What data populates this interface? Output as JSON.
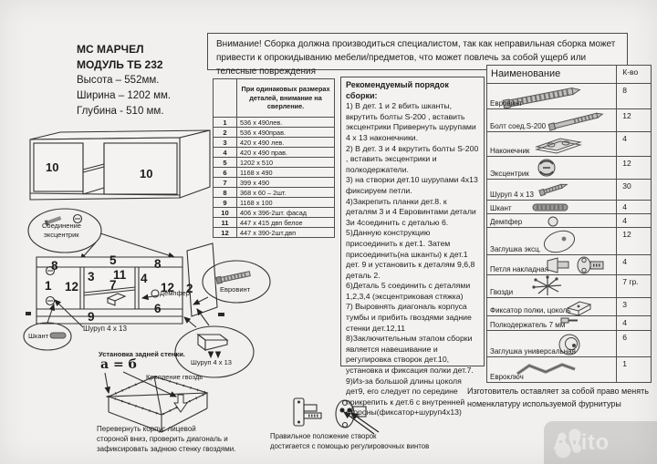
{
  "header": {
    "model_line1": "МС МАРЧЕЛ",
    "model_line2": "МОДУЛЬ  ТБ 232",
    "height": "Высота – 552мм.",
    "width": "Ширина – 1202 мм.",
    "depth": "Глубина -  510 мм.",
    "warning": "Внимание! Сборка должна производиться специалистом, так как неправильная сборка может привести к опрокидыванию мебели/предметов, что может повлечь  за собой ущерб или телесные повреждения"
  },
  "parts_table": {
    "header": "При одинаковых размерах деталей, внимание на сверление.",
    "rows": [
      {
        "num": "1",
        "size": "536 х 490лев."
      },
      {
        "num": "2",
        "size": "536 х 490прав."
      },
      {
        "num": "3",
        "size": "420 х 490 лев."
      },
      {
        "num": "4",
        "size": "420 х 490 прав."
      },
      {
        "num": "5",
        "size": "1202 х 510"
      },
      {
        "num": "6",
        "size": "1168 х 490"
      },
      {
        "num": "7",
        "size": "399 х 490"
      },
      {
        "num": "8",
        "size": "368 х 60 – 2шт."
      },
      {
        "num": "9",
        "size": "1168 х 100"
      },
      {
        "num": "10",
        "size": "406 х 396-2шт. фасад"
      },
      {
        "num": "11",
        "size": "447 х 415 двп белое"
      },
      {
        "num": "12",
        "size": "447 х 390-2шт.двп"
      }
    ]
  },
  "assembly": {
    "title": "Рекомендуемый порядок сборки:",
    "steps": [
      "1) В дет. 1 и 2   вбить шканты,    вкрутить болты S-200 , вставить эксцентрики Привернуть шурупами 4 х 13 наконечники.",
      "2) В дет. 3 и 4  вкрутить болты S-200 , вставить эксцентрики и полкодержатели.",
      "3) на створки дет.10 шурупами 4х13 фиксируем петли.",
      "4)Закрепить планки дет.8. к деталям 3 и 4 Евровинтами детали 3и 4соединить с деталью 6.",
      "5)Данную конструкцию присоединить к дет.1. Затем присоединить(на шканты) к дет.1 дет. 9 и установить к деталям 9,6,8 деталь 2.",
      "6)Деталь 5 соединить с деталями 1,2,3,4 (эксцентриковая стяжка)",
      "7) Выровнять  диагональ корпуса тумбы и прибить гвоздями задние стенки дет.12,11",
      "8)Заключительным этапом сборки является навешивание и регулировка створок дет.10, установка и фиксация полки дет.7.",
      "9)Из-за большой длины цоколя дет9, его следует по середине прикрепить к дет.6 с внутренней стороны(фиксатор+шуруп4х13)"
    ]
  },
  "hardware_table": {
    "col_name": "Наименование",
    "col_qty": "К-во",
    "rows": [
      {
        "name": "Евровинт",
        "qty": "8"
      },
      {
        "name": "Болт соед.S-200",
        "qty": "12"
      },
      {
        "name": "Наконечник",
        "qty": "4"
      },
      {
        "name": "Эксцентрик",
        "qty": "12"
      },
      {
        "name": "Шуруп 4 х 13",
        "qty": "30"
      },
      {
        "name": "Шкант",
        "qty": "4"
      },
      {
        "name": "Демпфер",
        "qty": "4"
      },
      {
        "name": "Заглушка  эксц.",
        "qty": "12"
      },
      {
        "name": "Петля накладная",
        "qty": "4"
      },
      {
        "name": "Гвозди",
        "qty": "7 гр."
      },
      {
        "name": "Фиксатор полки, цоколь",
        "qty": "3"
      },
      {
        "name": "Полкодержатель 7 мм",
        "qty": "4"
      },
      {
        "name": "Заглушка универсальная",
        "qty": "6"
      },
      {
        "name": "Евроключ",
        "qty": "1"
      }
    ],
    "footnote_line1": "Изготовитель оставляет за собой право менять",
    "footnote_line2": "номенклатуру используемой фурнитуры"
  },
  "front_view": {
    "door_left": "10",
    "door_right": "10"
  },
  "exploded": {
    "labels": {
      "p8l": "8",
      "p5": "5",
      "p8r": "8",
      "p1": "1",
      "p12l": "12",
      "p3": "3",
      "p11": "11",
      "p7": "7",
      "p4": "4",
      "p12r": "12",
      "p2": "2",
      "p6": "6",
      "p9": "9"
    },
    "callout_ecc_1": "Соединение",
    "callout_ecc_2": "эксцентрик",
    "label_damper": "Демпфер",
    "callout_euroscrew": "Евровинт",
    "callout_screw": "Шуруп 4 х 13",
    "callout_dowel": "Шкант",
    "label_screw": "Шуруп 4 х 13"
  },
  "back_panel": {
    "title": "Установка задней стенки.",
    "formula": "а = б",
    "nail_label": "Крепление  гвоздь",
    "note_line1": "Перевернуть корпус  лицевой",
    "note_line2": "стороной вниз, проверить диагональ и",
    "note_line3": "зафиксировать заднюю стенку гвоздями."
  },
  "hinge_note": {
    "line1": "Правильное положение створок",
    "line2": "достигается с помощью регулировочных винтов"
  },
  "watermark": "Avito"
}
